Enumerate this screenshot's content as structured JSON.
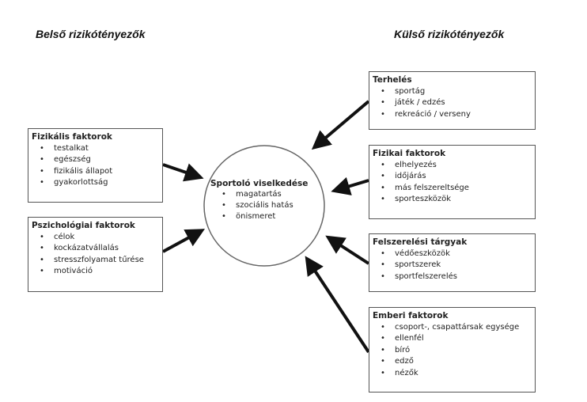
{
  "headers": {
    "internal": "Belső rizikótényezők",
    "external": "Külső rizikótényezők"
  },
  "center": {
    "title": "Sportoló viselkedése",
    "items": [
      "magatartás",
      "szociális hatás",
      "önismeret"
    ]
  },
  "internal": [
    {
      "title": "Fizikális faktorok",
      "items": [
        "testalkat",
        "egészség",
        "fizikális állapot",
        "gyakorlottság"
      ]
    },
    {
      "title": "Pszichológiai faktorok",
      "items": [
        "célok",
        "kockázatvállalás",
        "stresszfolyamat tűrése",
        "motiváció"
      ]
    }
  ],
  "external": [
    {
      "title": "Terhelés",
      "items": [
        "sportág",
        "játék / edzés",
        "rekreáció / verseny"
      ]
    },
    {
      "title": "Fizikai faktorok",
      "items": [
        "elhelyezés",
        "időjárás",
        "más felszereltsége",
        "sporteszközök"
      ]
    },
    {
      "title": "Felszerelési tárgyak",
      "items": [
        "védőeszközök",
        "sportszerek",
        "sportfelszerelés"
      ]
    },
    {
      "title": "Emberi faktorok",
      "items": [
        "csoport-, csapattársak egysége",
        "ellenfél",
        "bíró",
        "edző",
        "nézők"
      ]
    }
  ]
}
